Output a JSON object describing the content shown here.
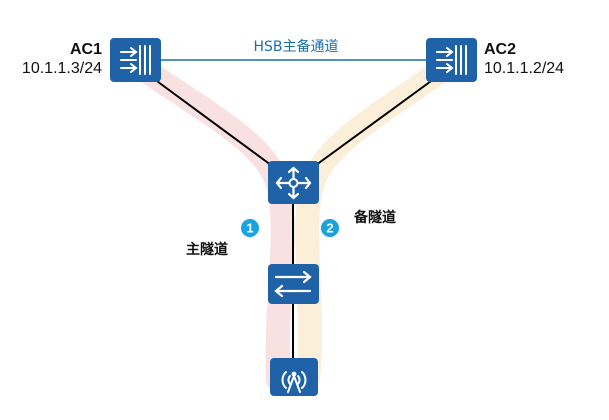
{
  "nodes": {
    "ac1": {
      "name": "AC1",
      "ip": "10.1.1.3/24"
    },
    "ac2": {
      "name": "AC2",
      "ip": "10.1.1.2/24"
    }
  },
  "links": {
    "hsb_channel": "HSB主备通道"
  },
  "tunnels": {
    "primary": {
      "badge": "1",
      "label": "主隧道"
    },
    "backup": {
      "badge": "2",
      "label": "备隧道"
    }
  },
  "colors": {
    "device_blue": "#1f62a8",
    "primary_band": "#f9dcdc",
    "backup_band": "#fcecd2",
    "badge": "#1aa3de",
    "hsb_line": "#1a6fb0"
  }
}
